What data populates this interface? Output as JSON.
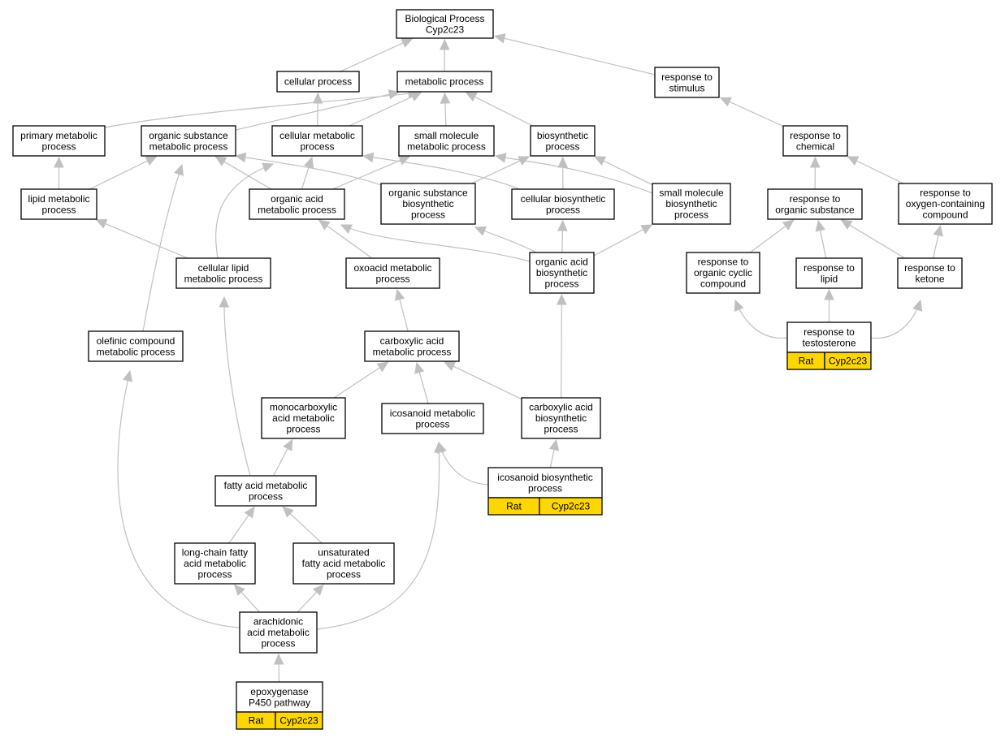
{
  "colors": {
    "edge": "#c0c0c0",
    "node_border": "#000000",
    "node_fill": "#ffffff",
    "annotation_fill": "#FFD700"
  },
  "nodes": [
    {
      "id": "bp",
      "lines": [
        "Biological Process",
        "Cyp2c23"
      ]
    },
    {
      "id": "cellular_process",
      "lines": [
        "cellular process"
      ]
    },
    {
      "id": "metabolic_process",
      "lines": [
        "metabolic process"
      ]
    },
    {
      "id": "response_to_stimulus",
      "lines": [
        "response to",
        "stimulus"
      ]
    },
    {
      "id": "primary_metabolic",
      "lines": [
        "primary metabolic",
        "process"
      ]
    },
    {
      "id": "organic_substance_metabolic",
      "lines": [
        "organic substance",
        "metabolic process"
      ]
    },
    {
      "id": "cellular_metabolic",
      "lines": [
        "cellular metabolic",
        "process"
      ]
    },
    {
      "id": "small_molecule_metabolic",
      "lines": [
        "small molecule",
        "metabolic process"
      ]
    },
    {
      "id": "biosynthetic",
      "lines": [
        "biosynthetic",
        "process"
      ]
    },
    {
      "id": "response_to_chemical",
      "lines": [
        "response to",
        "chemical"
      ]
    },
    {
      "id": "lipid_metabolic",
      "lines": [
        "lipid metabolic",
        "process"
      ]
    },
    {
      "id": "organic_acid_metabolic",
      "lines": [
        "organic acid",
        "metabolic process"
      ]
    },
    {
      "id": "organic_substance_biosynthetic",
      "lines": [
        "organic substance",
        "biosynthetic",
        "process"
      ]
    },
    {
      "id": "cellular_biosynthetic",
      "lines": [
        "cellular biosynthetic",
        "process"
      ]
    },
    {
      "id": "small_molecule_biosynthetic",
      "lines": [
        "small molecule",
        "biosynthetic",
        "process"
      ]
    },
    {
      "id": "response_to_organic_substance",
      "lines": [
        "response to",
        "organic substance"
      ]
    },
    {
      "id": "response_to_oxygen",
      "lines": [
        "response to",
        "oxygen-containing",
        "compound"
      ]
    },
    {
      "id": "cellular_lipid_metabolic",
      "lines": [
        "cellular lipid",
        "metabolic process"
      ]
    },
    {
      "id": "oxoacid_metabolic",
      "lines": [
        "oxoacid metabolic",
        "process"
      ]
    },
    {
      "id": "organic_acid_biosynthetic",
      "lines": [
        "organic acid",
        "biosynthetic",
        "process"
      ]
    },
    {
      "id": "response_to_organic_cyclic",
      "lines": [
        "response to",
        "organic cyclic",
        "compound"
      ]
    },
    {
      "id": "response_to_lipid",
      "lines": [
        "response to",
        "lipid"
      ]
    },
    {
      "id": "response_to_ketone",
      "lines": [
        "response to",
        "ketone"
      ]
    },
    {
      "id": "olefinic_compound_metabolic",
      "lines": [
        "olefinic compound",
        "metabolic process"
      ]
    },
    {
      "id": "carboxylic_acid_metabolic",
      "lines": [
        "carboxylic acid",
        "metabolic process"
      ]
    },
    {
      "id": "response_to_testosterone",
      "lines": [
        "response to",
        "testosterone"
      ],
      "annotation": [
        "Rat",
        "Cyp2c23"
      ]
    },
    {
      "id": "monocarboxylic_acid_metabolic",
      "lines": [
        "monocarboxylic",
        "acid metabolic",
        "process"
      ]
    },
    {
      "id": "icosanoid_metabolic",
      "lines": [
        "icosanoid metabolic",
        "process"
      ]
    },
    {
      "id": "carboxylic_acid_biosynthetic",
      "lines": [
        "carboxylic acid",
        "biosynthetic",
        "process"
      ]
    },
    {
      "id": "icosanoid_biosynthetic",
      "lines": [
        "icosanoid biosynthetic",
        "process"
      ],
      "annotation": [
        "Rat",
        "Cyp2c23"
      ]
    },
    {
      "id": "fatty_acid_metabolic",
      "lines": [
        "fatty acid metabolic",
        "process"
      ]
    },
    {
      "id": "long_chain_fatty_acid_metabolic",
      "lines": [
        "long-chain fatty",
        "acid metabolic",
        "process"
      ]
    },
    {
      "id": "unsaturated_fatty_acid_metabolic",
      "lines": [
        "unsaturated",
        "fatty acid metabolic",
        "process"
      ]
    },
    {
      "id": "arachidonic_acid_metabolic",
      "lines": [
        "arachidonic",
        "acid metabolic",
        "process"
      ]
    },
    {
      "id": "epoxygenase",
      "lines": [
        "epoxygenase",
        "P450 pathway"
      ],
      "annotation": [
        "Rat",
        "Cyp2c23"
      ]
    }
  ],
  "edges": [
    [
      "cellular_process",
      "bp"
    ],
    [
      "metabolic_process",
      "bp"
    ],
    [
      "response_to_stimulus",
      "bp"
    ],
    [
      "primary_metabolic",
      "metabolic_process"
    ],
    [
      "organic_substance_metabolic",
      "metabolic_process"
    ],
    [
      "cellular_metabolic",
      "metabolic_process"
    ],
    [
      "cellular_metabolic",
      "cellular_process"
    ],
    [
      "small_molecule_metabolic",
      "metabolic_process"
    ],
    [
      "biosynthetic",
      "metabolic_process"
    ],
    [
      "response_to_chemical",
      "response_to_stimulus"
    ],
    [
      "lipid_metabolic",
      "primary_metabolic"
    ],
    [
      "lipid_metabolic",
      "organic_substance_metabolic"
    ],
    [
      "organic_acid_metabolic",
      "organic_substance_metabolic"
    ],
    [
      "organic_acid_metabolic",
      "cellular_metabolic"
    ],
    [
      "organic_acid_metabolic",
      "small_molecule_metabolic"
    ],
    [
      "organic_substance_biosynthetic",
      "organic_substance_metabolic"
    ],
    [
      "organic_substance_biosynthetic",
      "biosynthetic"
    ],
    [
      "cellular_biosynthetic",
      "cellular_metabolic"
    ],
    [
      "cellular_biosynthetic",
      "biosynthetic"
    ],
    [
      "small_molecule_biosynthetic",
      "small_molecule_metabolic"
    ],
    [
      "small_molecule_biosynthetic",
      "biosynthetic"
    ],
    [
      "response_to_organic_substance",
      "response_to_chemical"
    ],
    [
      "response_to_oxygen",
      "response_to_chemical"
    ],
    [
      "cellular_lipid_metabolic",
      "lipid_metabolic"
    ],
    [
      "cellular_lipid_metabolic",
      "cellular_metabolic"
    ],
    [
      "oxoacid_metabolic",
      "organic_acid_metabolic"
    ],
    [
      "organic_acid_biosynthetic",
      "organic_acid_metabolic"
    ],
    [
      "organic_acid_biosynthetic",
      "organic_substance_biosynthetic"
    ],
    [
      "organic_acid_biosynthetic",
      "cellular_biosynthetic"
    ],
    [
      "organic_acid_biosynthetic",
      "small_molecule_biosynthetic"
    ],
    [
      "response_to_organic_cyclic",
      "response_to_organic_substance"
    ],
    [
      "response_to_lipid",
      "response_to_organic_substance"
    ],
    [
      "response_to_ketone",
      "response_to_organic_substance"
    ],
    [
      "response_to_ketone",
      "response_to_oxygen"
    ],
    [
      "olefinic_compound_metabolic",
      "organic_substance_metabolic"
    ],
    [
      "carboxylic_acid_metabolic",
      "oxoacid_metabolic"
    ],
    [
      "response_to_testosterone",
      "response_to_organic_cyclic"
    ],
    [
      "response_to_testosterone",
      "response_to_lipid"
    ],
    [
      "response_to_testosterone",
      "response_to_ketone"
    ],
    [
      "monocarboxylic_acid_metabolic",
      "carboxylic_acid_metabolic"
    ],
    [
      "icosanoid_metabolic",
      "carboxylic_acid_metabolic"
    ],
    [
      "carboxylic_acid_biosynthetic",
      "carboxylic_acid_metabolic"
    ],
    [
      "carboxylic_acid_biosynthetic",
      "organic_acid_biosynthetic"
    ],
    [
      "icosanoid_biosynthetic",
      "icosanoid_metabolic"
    ],
    [
      "icosanoid_biosynthetic",
      "carboxylic_acid_biosynthetic"
    ],
    [
      "fatty_acid_metabolic",
      "monocarboxylic_acid_metabolic"
    ],
    [
      "fatty_acid_metabolic",
      "cellular_lipid_metabolic"
    ],
    [
      "long_chain_fatty_acid_metabolic",
      "fatty_acid_metabolic"
    ],
    [
      "unsaturated_fatty_acid_metabolic",
      "fatty_acid_metabolic"
    ],
    [
      "arachidonic_acid_metabolic",
      "long_chain_fatty_acid_metabolic"
    ],
    [
      "arachidonic_acid_metabolic",
      "unsaturated_fatty_acid_metabolic"
    ],
    [
      "arachidonic_acid_metabolic",
      "icosanoid_metabolic"
    ],
    [
      "arachidonic_acid_metabolic",
      "olefinic_compound_metabolic"
    ],
    [
      "epoxygenase",
      "arachidonic_acid_metabolic"
    ]
  ]
}
